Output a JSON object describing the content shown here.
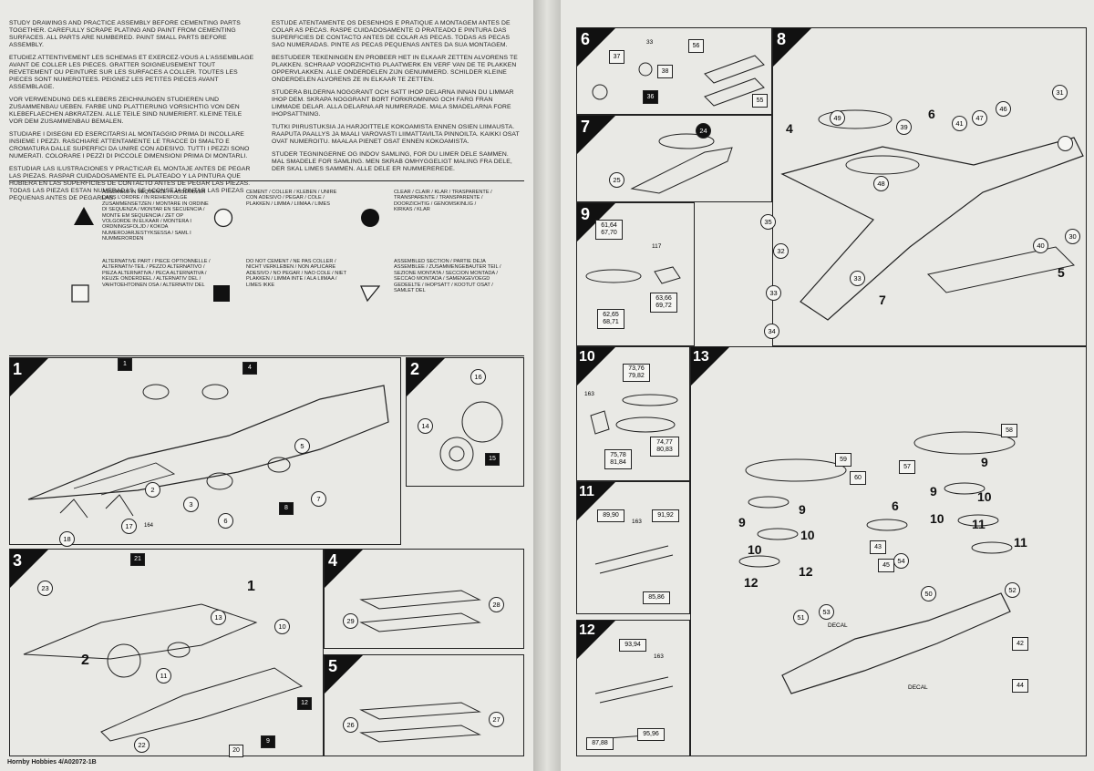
{
  "instructions": {
    "en": "STUDY DRAWINGS AND PRACTICE ASSEMBLY BEFORE CEMENTING PARTS TOGETHER. CAREFULLY SCRAPE PLATING AND PAINT FROM CEMENTING SURFACES. ALL PARTS ARE NUMBERED. PAINT SMALL PARTS BEFORE ASSEMBLY.",
    "fr": "ETUDIEZ ATTENTIVEMENT LES SCHEMAS ET EXERCEZ-VOUS A L'ASSEMBLAGE AVANT DE COLLER LES PIECES. GRATTER SOIGNEUSEMENT TOUT REVETEMENT OU PEINTURE SUR LES SURFACES A COLLER. TOUTES LES PIECES SONT NUMEROTEES. PEIGNEZ LES PETITES PIECES AVANT ASSEMBLAGE.",
    "de": "VOR VERWENDUNG DES KLEBERS ZEICHNUNGEN STUDIEREN UND ZUSAMMENBAU UEBEN. FARBE UND PLATTIERUNG VORSICHTIG VON DEN KLEBEFLAECHEN ABKRATZEN. ALLE TEILE SIND NUMERIERT. KLEINE TEILE VOR DEM ZUSAMMENBAU BEMALEN.",
    "it": "STUDIARE I DISEGNI ED ESERCITARSI AL MONTAGGIO PRIMA DI INCOLLARE INSIEME I PEZZI. RASCHIARE ATTENTAMENTE LE TRACCE DI SMALTO E CROMATURA DALLE SUPERFICI DA UNIRE CON ADESIVO. TUTTI I PEZZI SONO NUMERATI. COLORARE I PEZZI DI PICCOLE DIMENSIONI PRIMA DI MONTARLI.",
    "es": "ESTUDIAR LAS ILUSTRACIONES Y PRACTICAR EL MONTAJE ANTES DE PEGAR LAS PIEZAS. RASPAR CUIDADOSAMENTE EL PLATEADO Y LA PINTURA QUE HUBIERA EN LAS SUPERFICIES DE CONTACTO ANTES DE PEGAR LAS PIEZAS. TODAS LAS PIEZAS ESTAN NUMERADAS. SE ACONSEJA PINTAR LAS PIEZAS PEQUENAS ANTES DE PEGARLAS.",
    "pt": "ESTUDE ATENTAMENTE OS DESENHOS E PRATIQUE A MONTAGEM ANTES DE COLAR AS PECAS. RASPE CUIDADOSAMENTE O PRATEADO E PINTURA DAS SUPERFICIES DE CONTACTO ANTES DE COLAR AS PECAS. TODAS AS PECAS SAO NUMERADAS. PINTE AS PECAS PEQUENAS ANTES DA SUA MONTAGEM.",
    "nl": "BESTUDEER TEKENINGEN EN PROBEER HET IN ELKAAR ZETTEN ALVORENS TE PLAKKEN. SCHRAAP VOORZICHTIG PLAATWERK EN VERF VAN DE TE PLAKKEN OPPERVLAKKEN. ALLE ONDERDELEN ZIJN GENUMMERD. SCHILDER KLEINE ONDERDELEN ALVORENS ZE IN ELKAAR TE ZETTEN.",
    "sv": "STUDERA BILDERNA NOGGRANT OCH SATT IHOP DELARNA INNAN DU LIMMAR IHOP DEM. SKRAPA NOGGRANT BORT FORKROMNING OCH FARG FRAN LIMMADE DELAR. ALLA DELARNA AR NUMRERADE. MALA SMADELARNA FORE IHOPSATTNING.",
    "fi": "TUTKI PIIRUSTUKSIA JA HARJOITTELE KOKOAMISTA ENNEN OSIEN LIIMAUSTA. RAAPUTA PAALLYS JA MAALI VAROVASTI LIIMATTAVILTA PINNOILTA. KAIKKI OSAT OVAT NUMEROITU. MAALAA PIENET OSAT ENNEN KOKOAMISTA.",
    "da": "STUDER TEGNINGERNE OG INDOV SAMLING, FOR DU LIMER DELE SAMMEN. MAL SMADELE FOR SAMLING. MEN SKRAB OMHYGGELIGT MALING FRA DELE, DER SKAL LIMES SAMMEN. ALLE DELE ER NUMMEREREDE."
  },
  "legend": {
    "assemble": "ASSEMBLE IN SEQUENCE / A ASSEMBLER DANS L'ORDRE / IN REIHENFOLGE ZUSAMMENSETZEN / MONTARE IN ORDINE DI SEQUENZA / MONTAR EN SECUENCIA / MONTE EM SEQUENCIA / ZET OP VOLGORDE IN ELKAAR / MONTERA I ORDNINGSFOLJD / KOKOA NUMEROJARJESTYKSESSA / SAML I NUMMERORDEN",
    "cement": "CEMENT / COLLER / KLEBEN / UNIRE CON ADESIVO / PEGAR / COLE / PLAKKEN / LIMMA / LIIMAA / LIMES",
    "clear": "CLEAR / CLAIR / KLAR / TRASPARENTE / TRANSPARENTE / TRANSPARENTE / DOORZICHTIG / GENOMSKINLIG / KIRKAS / KLAR",
    "alternative": "ALTERNATIVE PART / PIECE OPTIONNELLE / ALTERNATIV-TEIL / PEZZO ALTERNATIVO / PIEZA ALTERNATIVA / PECA ALTERNATIVA / KEUZE ONDERDEEL / ALTERNATIV DEL / VAIHTOEHTOINEN OSA / ALTERNATIV DEL",
    "no_cement": "DO NOT CEMENT / NE PAS COLLER / NICHT VERKLEBEN / NON APLICARE ADESIVO / NO PEGAR / NAO COLE / NIET PLAKKEN / LIMMA INTE / ALA LIIMAA / LIMES IKKE",
    "assembled": "ASSEMBLED SECTION / PARTIE DEJA ASSEMBLEE / ZUSAMMENGEBAUTER TEIL / SEZIONE MONTATA / SECCION MONTADA / SECCAO MONTADA / SAMENGEVOEGD GEDEELTE / IHOPSATT / KOOTUT OSAT / SAMLET DEL"
  },
  "steps": {
    "s1": "1",
    "s2": "2",
    "s3": "3",
    "s4": "4",
    "s5": "5",
    "s6": "6",
    "s7": "7",
    "s8": "8",
    "s9": "9",
    "s10": "10",
    "s11": "11",
    "s12": "12",
    "s13": "13"
  },
  "parts": {
    "p1": "1",
    "p2": "2",
    "p3": "3",
    "p4": "4",
    "p5": "5",
    "p6": "6",
    "p7": "7",
    "p8": "8",
    "p9": "9",
    "p10": "10",
    "p11": "11",
    "p12": "12",
    "p13": "13",
    "p14": "14",
    "p15": "15",
    "p16": "16",
    "p17": "17",
    "p18": "18",
    "p20": "20",
    "p21": "21",
    "p22": "22",
    "p23": "23",
    "p24": "24",
    "p25": "25",
    "p26": "26",
    "p27": "27",
    "p28": "28",
    "p29": "29",
    "p30": "30",
    "p31": "31",
    "p32": "32",
    "p33": "33",
    "p34": "34",
    "p35": "35",
    "p36": "36",
    "p37": "37",
    "p38": "38",
    "p39": "39",
    "p40": "40",
    "p41": "41",
    "p42": "42",
    "p43": "43",
    "p44": "44",
    "p45": "45",
    "p46": "46",
    "p47": "47",
    "p48": "48",
    "p49": "49",
    "p50": "50",
    "p51": "51",
    "p52": "52",
    "p53": "53",
    "p54": "54",
    "p55": "55",
    "p56": "56",
    "p57": "57",
    "p58": "58",
    "p59": "59",
    "p60": "60",
    "p117": "117",
    "p163": "163",
    "p164": "164",
    "g61": "61,64 67,70",
    "g62": "62,65 68,71",
    "g63": "63,66 69,72",
    "g73": "73,76 79,82",
    "g74": "74,77 80,83",
    "g75": "75,78 81,84",
    "g89": "89,90",
    "g91": "91,92",
    "g85": "85,86",
    "g93": "93,94",
    "g95": "95,96",
    "g87": "87,88"
  },
  "labels": {
    "decal1": "DECAL",
    "decal2": "DECAL"
  },
  "footer": "Hornby Hobbies 4/A02072-1B"
}
